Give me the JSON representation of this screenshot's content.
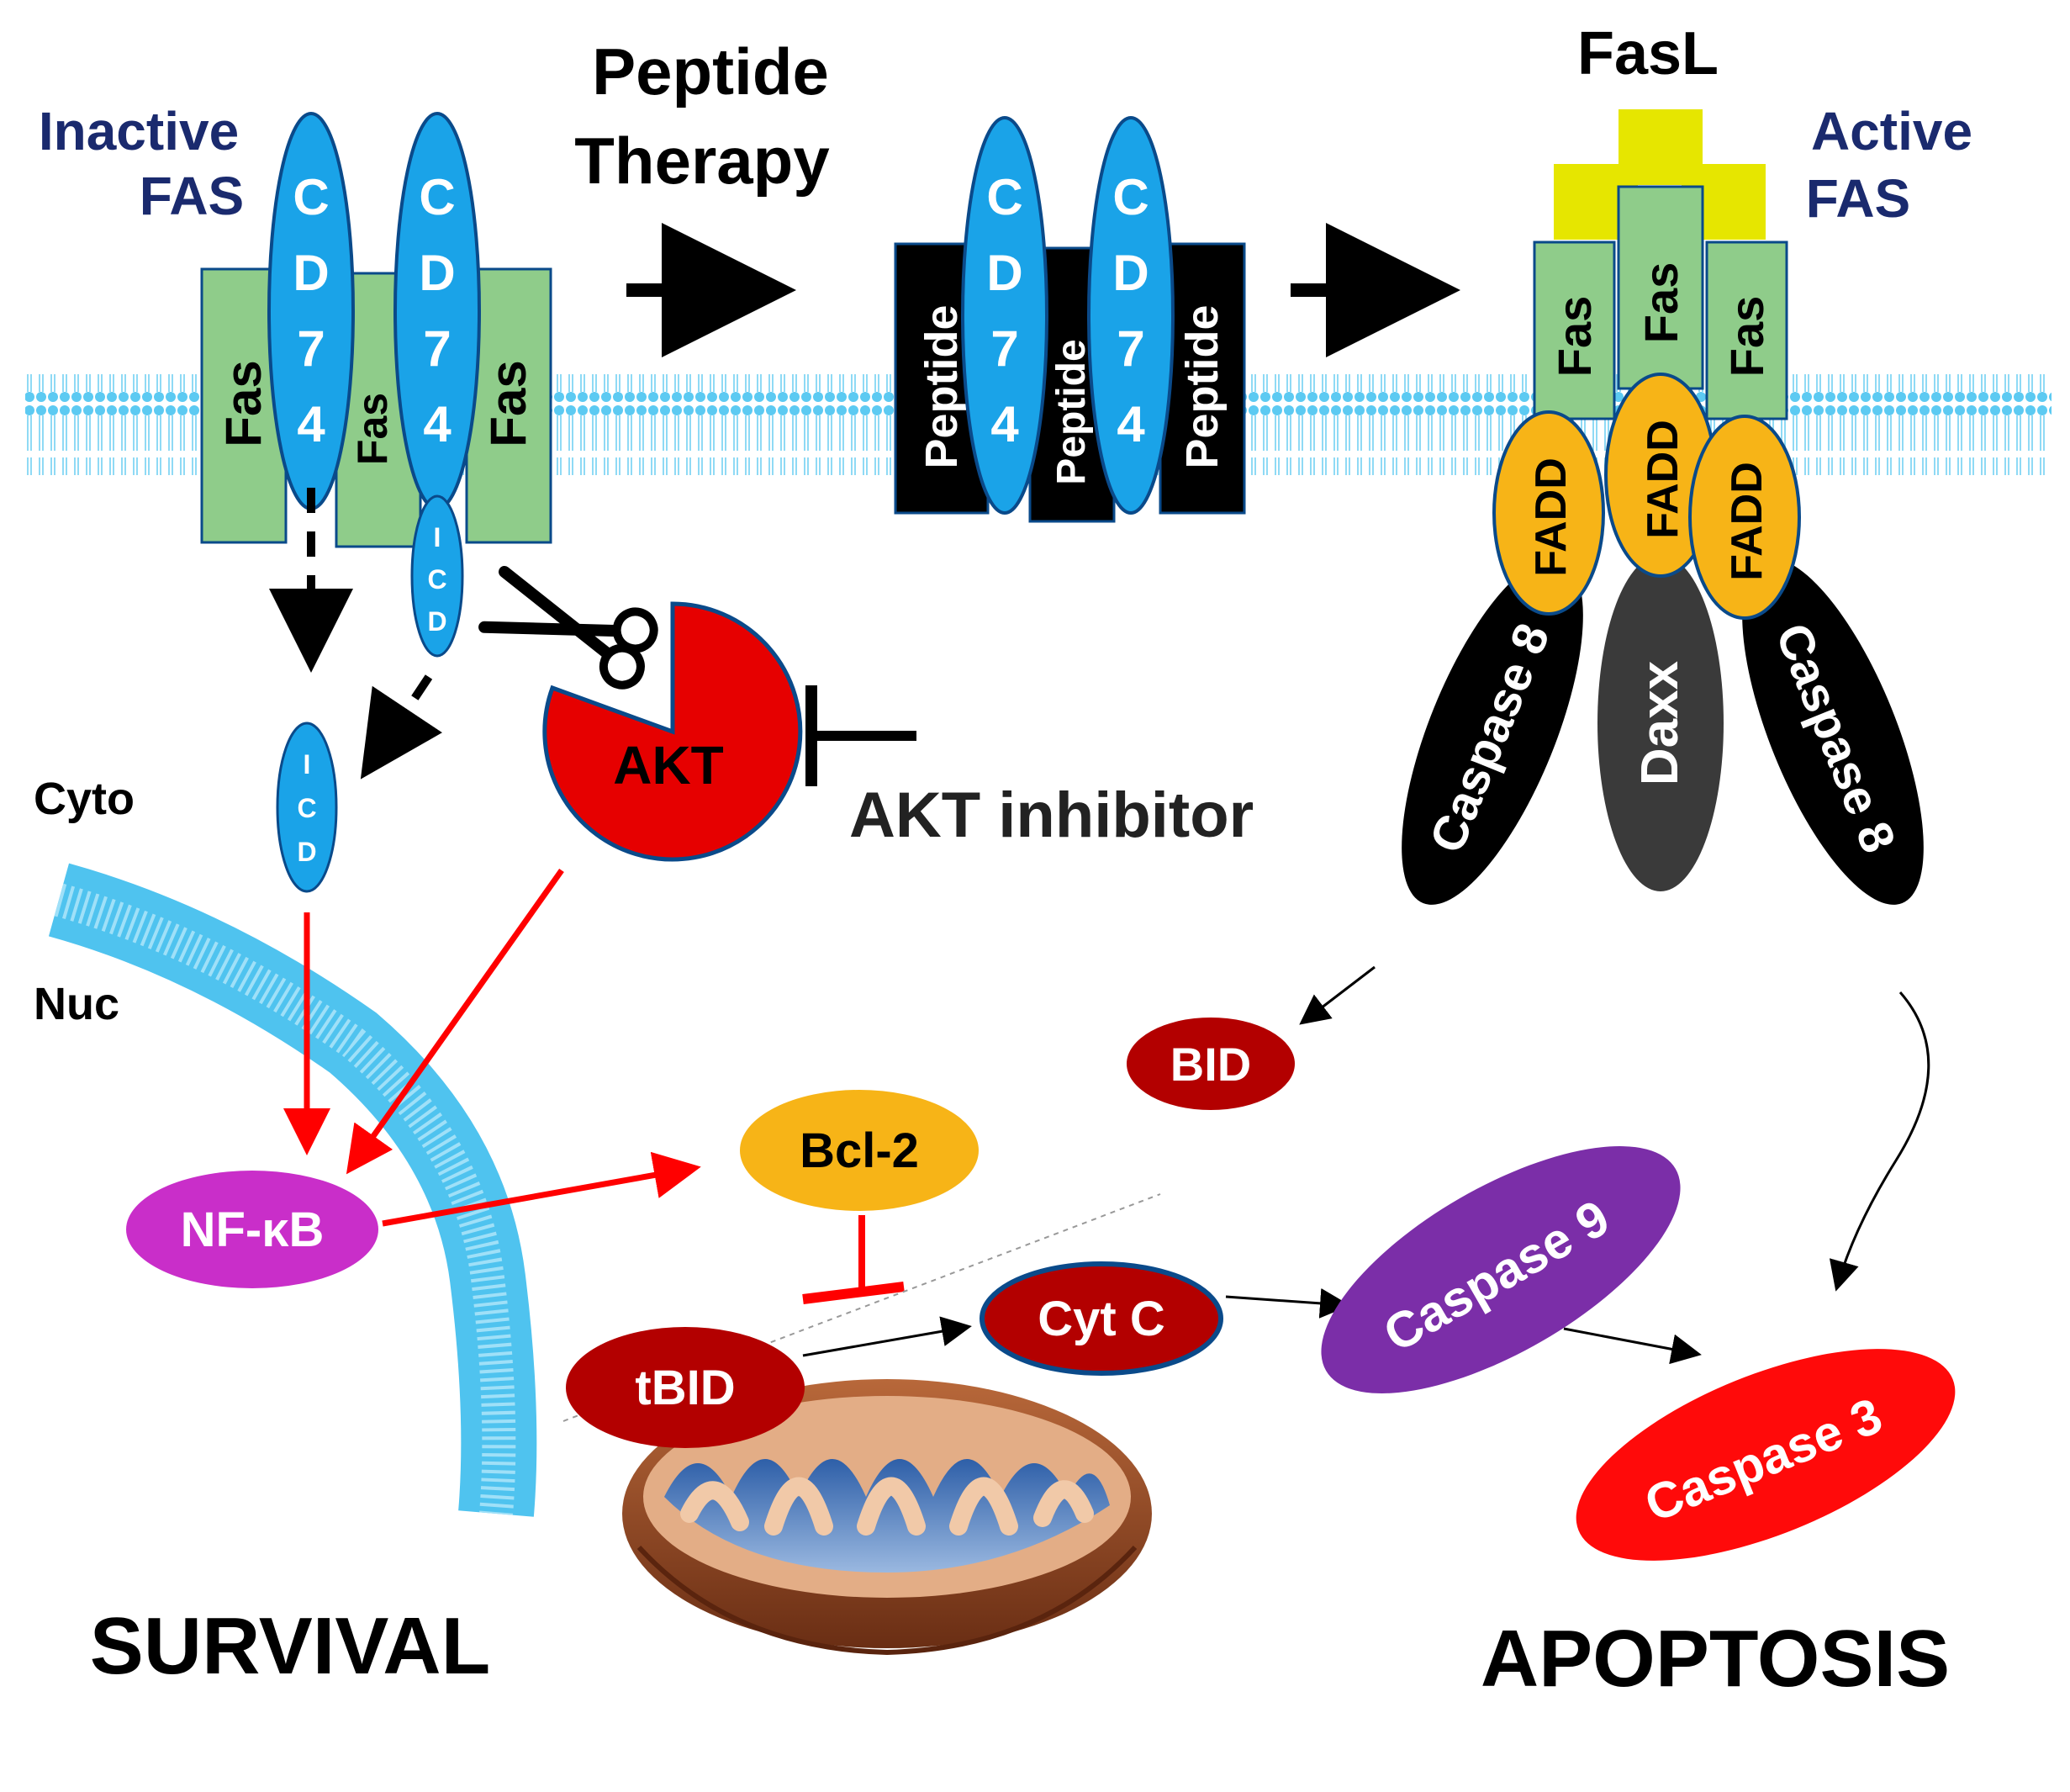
{
  "labels": {
    "inactive_fas": [
      "Inactive",
      "FAS"
    ],
    "active_fas": [
      "Active",
      "FAS"
    ],
    "peptide_therapy": [
      "Peptide",
      "Therapy"
    ],
    "fasl": "FasL",
    "cyto": "Cyto",
    "nuc": "Nuc",
    "akt_inhibitor": "AKT inhibitor",
    "survival": "SURVIVAL",
    "apoptosis": "APOPTOSIS"
  },
  "molecules": {
    "cd74_letters": [
      "C",
      "D",
      "7",
      "4"
    ],
    "icd_letters": [
      "I",
      "C",
      "D"
    ],
    "fas": "Fas",
    "peptide": "Peptide",
    "fadd": "FADD",
    "daxx": "Daxx",
    "caspase8": "Caspase 8",
    "akt": "AKT",
    "bid": "BID",
    "tbid": "tBID",
    "bcl2": "Bcl-2",
    "cytc": "Cyt C",
    "nfkb": "NF-κB",
    "caspase9": "Caspase 9",
    "caspase3": "Caspase 3"
  },
  "colors": {
    "cd74": "#1aa3e8",
    "cd74_border": "#0a4a8a",
    "fas": "#8fcc8a",
    "fadd": "#f7b417",
    "fasl": "#e6e600",
    "akt": "#e60000",
    "bid": "#b30000",
    "bcl2": "#f7b417",
    "nfkb": "#c92ec9",
    "caspase9": "#7b2ea8",
    "caspase3": "#ff0a0a",
    "title_navy": "#1a2a6e",
    "arrow_red": "#ff0000",
    "membrane": "#4fc3ef"
  },
  "icons": [
    "scissors-icon",
    "mitochondrion-icon"
  ]
}
